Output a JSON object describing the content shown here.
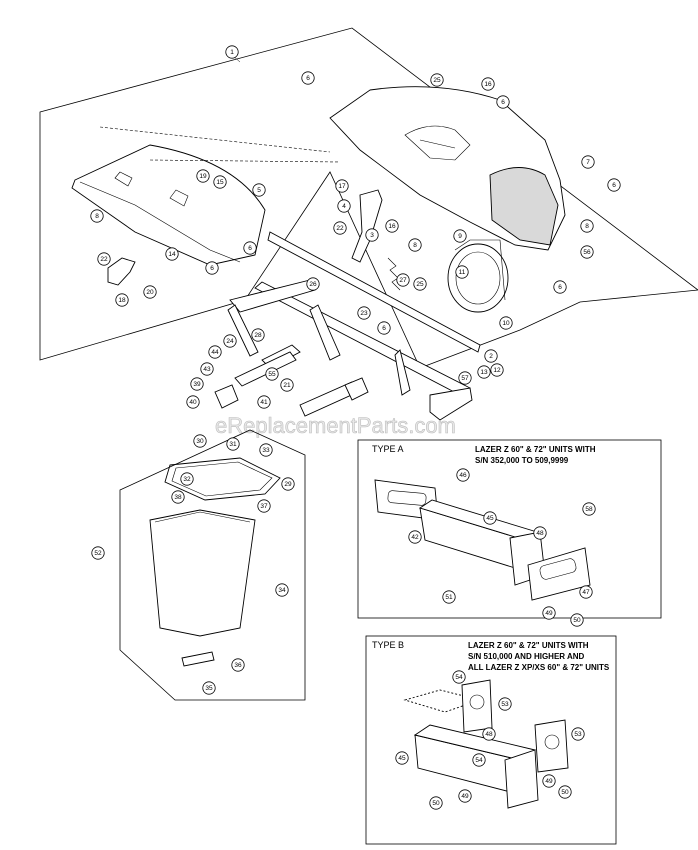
{
  "watermark": "eReplacementParts.com",
  "type_a": {
    "label": "TYPE A",
    "note": [
      "LAZER Z 60\" & 72\" UNITS WITH",
      "S/N 352,000 TO 509,9999"
    ]
  },
  "type_b": {
    "label": "TYPE B",
    "note": [
      "LAZER Z 60\" & 72\" UNITS WITH",
      "S/N 510,000 AND HIGHER AND",
      "ALL LAZER Z XP/XS 60\" & 72\" UNITS"
    ]
  },
  "callouts": [
    {
      "n": "1"
    },
    {
      "n": "6"
    },
    {
      "n": "25"
    },
    {
      "n": "16"
    },
    {
      "n": "6"
    },
    {
      "n": "8"
    },
    {
      "n": "19"
    },
    {
      "n": "15"
    },
    {
      "n": "5"
    },
    {
      "n": "17"
    },
    {
      "n": "4"
    },
    {
      "n": "16"
    },
    {
      "n": "3"
    },
    {
      "n": "22"
    },
    {
      "n": "27"
    },
    {
      "n": "8"
    },
    {
      "n": "9"
    },
    {
      "n": "7"
    },
    {
      "n": "6"
    },
    {
      "n": "8"
    },
    {
      "n": "56"
    },
    {
      "n": "11"
    },
    {
      "n": "6"
    },
    {
      "n": "22"
    },
    {
      "n": "14"
    },
    {
      "n": "6"
    },
    {
      "n": "6"
    },
    {
      "n": "20"
    },
    {
      "n": "18"
    },
    {
      "n": "26"
    },
    {
      "n": "25"
    },
    {
      "n": "23"
    },
    {
      "n": "6"
    },
    {
      "n": "10"
    },
    {
      "n": "24"
    },
    {
      "n": "28"
    },
    {
      "n": "2"
    },
    {
      "n": "44"
    },
    {
      "n": "55"
    },
    {
      "n": "57"
    },
    {
      "n": "13"
    },
    {
      "n": "12"
    },
    {
      "n": "43"
    },
    {
      "n": "39"
    },
    {
      "n": "21"
    },
    {
      "n": "40"
    },
    {
      "n": "41"
    },
    {
      "n": "30"
    },
    {
      "n": "31"
    },
    {
      "n": "33"
    },
    {
      "n": "32"
    },
    {
      "n": "29"
    },
    {
      "n": "38"
    },
    {
      "n": "37"
    },
    {
      "n": "52"
    },
    {
      "n": "34"
    },
    {
      "n": "36"
    },
    {
      "n": "35"
    },
    {
      "n": "46"
    },
    {
      "n": "45"
    },
    {
      "n": "48"
    },
    {
      "n": "58"
    },
    {
      "n": "42"
    },
    {
      "n": "51"
    },
    {
      "n": "49"
    },
    {
      "n": "50"
    },
    {
      "n": "47"
    },
    {
      "n": "54"
    },
    {
      "n": "53"
    },
    {
      "n": "48"
    },
    {
      "n": "53"
    },
    {
      "n": "45"
    },
    {
      "n": "54"
    },
    {
      "n": "49"
    },
    {
      "n": "50"
    },
    {
      "n": "49"
    },
    {
      "n": "50"
    }
  ]
}
